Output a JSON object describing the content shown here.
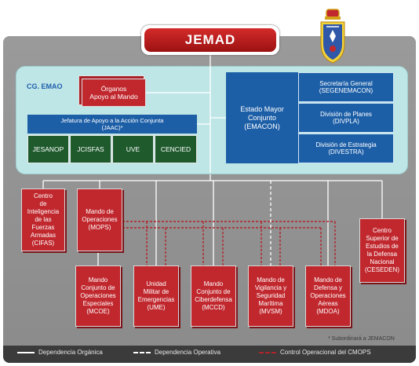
{
  "title": "JEMAD",
  "cg_label": "CG. EMAO",
  "organos": "Órganos\nApoyo al Mando",
  "jaac": "Jefatura de Apoyo a la Acción Conjunta\n(JAAC)*",
  "jaac_units": [
    "JESANOP",
    "JCISFAS",
    "UVE",
    "CENCIED"
  ],
  "emacon": "Estado Mayor\nConjunto\n(EMACON)",
  "emacon_divisions": [
    "Secretaría General\n(SEGENEMACON)",
    "División de Planes\n(DIVPLA)",
    "División de Estrategia\n(DIVESTRA)"
  ],
  "cifas": "Centro\nde\nInteligencia\nde las\nFuerzas\nArmadas\n(CIFAS)",
  "mops": "Mando de\nOperaciones\n(MOPS)",
  "ceseden": "Centro\nSuperior de\nEstudios de\nla Defensa\nNacional\n(CESEDEN)",
  "subordinate": [
    "Mando\nConjunto de\nOperaciones\nEspeciales\n(MCOE)",
    "Unidad\nMilitar de\nEmergencias\n(UME)",
    "Mando\nConjunto de\nCiberdefensa\n(MCCD)",
    "Mando de\nVigilancia y\nSeguridad\nMarítima\n(MVSM)",
    "Mando de\nDefensa y\nOperaciones\nAéreas\n(MDOA)"
  ],
  "footnote": "* Subordinará a JEMACON",
  "legend": {
    "organic": "Dependencia Orgánica",
    "operative": "Dependencia Operativa",
    "operational_control": "Control Operacional del CMOPS"
  },
  "colors": {
    "red": "#c0282e",
    "blue": "#1d5fa7",
    "green": "#1f5a2d",
    "panel": "#bfe6e6",
    "background": "#9a9a9a"
  }
}
